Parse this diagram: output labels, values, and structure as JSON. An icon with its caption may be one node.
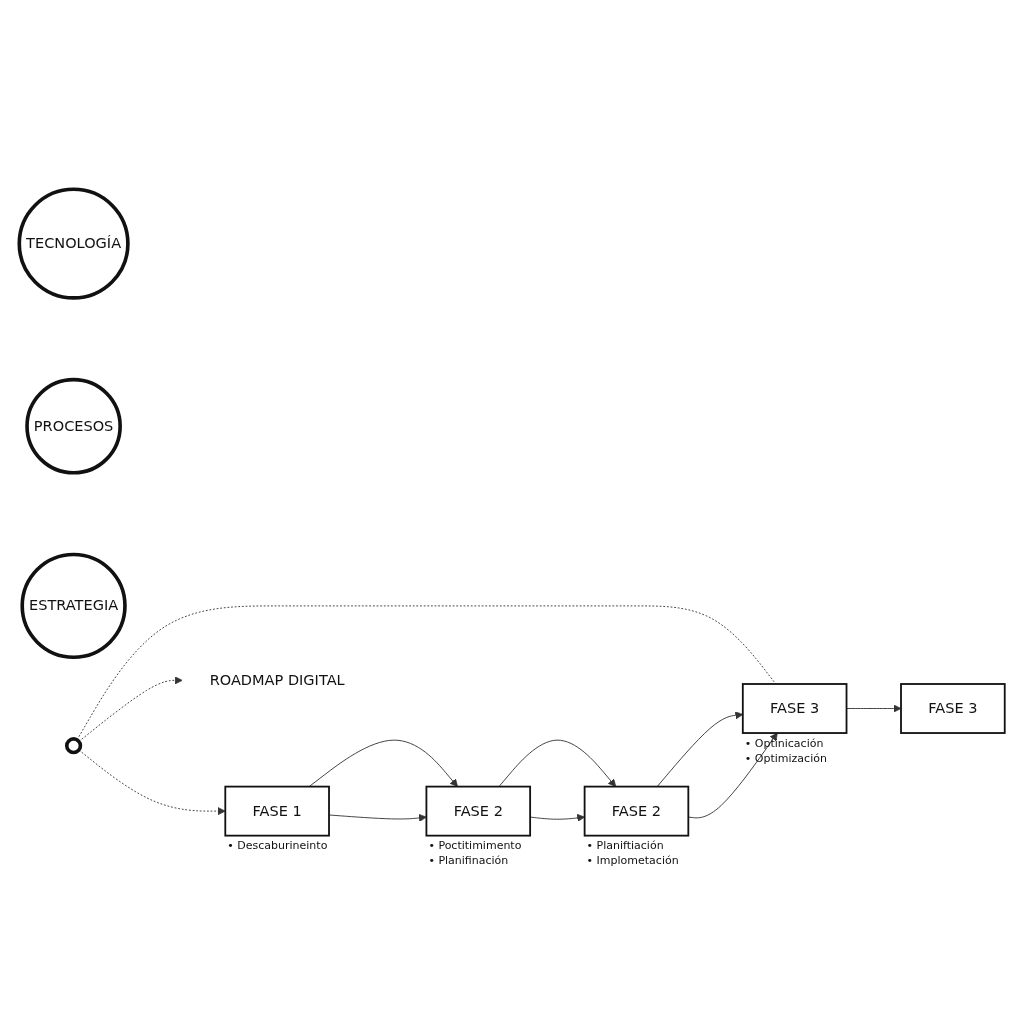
{
  "diagram": {
    "nodes": [
      {
        "text": [
          "TECNOLOGÍA"
        ]
      },
      {
        "text": [
          "PROCESOS"
        ]
      },
      {
        "text": [
          "ESTRATEGIA"
        ]
      },
      {
        "text": [],
        "shape": "circle"
      },
      {
        "text": [
          "FASE 1"
        ],
        "beside": [
          "• Descaburineinto"
        ]
      },
      {
        "text": [
          "FASE 2"
        ],
        "beside": [
          "• Poctitimimento",
          "• Planifinación"
        ]
      },
      {
        "text": [
          "FASE 2"
        ],
        "beside": [
          "• Planiftiación",
          "• Implometación"
        ]
      },
      {
        "text": [
          "FASE 3"
        ],
        "beside": [
          "• Optinicación",
          "• Optimización"
        ]
      },
      {
        "text": [
          "FASE 3"
        ]
      },
      {
        "text": [
          "ROADMAP DIGITAL"
        ]
      }
    ],
    "edges": [
      {
        "from": 3,
        "to": 4,
        "arrow": "to",
        "style": "dashed"
      },
      {
        "from": 3,
        "to": 9,
        "arrow": "to",
        "style": "dashed"
      },
      {
        "from": 3,
        "to": 7,
        "arrow": "none",
        "style": "dashed"
      },
      {
        "from": 4,
        "to": 5,
        "arrow": "to"
      },
      {
        "from": 5,
        "to": 6,
        "arrow": "to"
      },
      {
        "from": 6,
        "to": 7,
        "arrow": "to"
      },
      {
        "from": 7,
        "to": 8,
        "arrow": "to"
      },
      {
        "from": 4,
        "to": 5,
        "arrow": "to"
      },
      {
        "from": 5,
        "to": 6,
        "arrow": "to"
      },
      {
        "from": 6,
        "to": 7,
        "arrow": "to"
      }
    ]
  }
}
